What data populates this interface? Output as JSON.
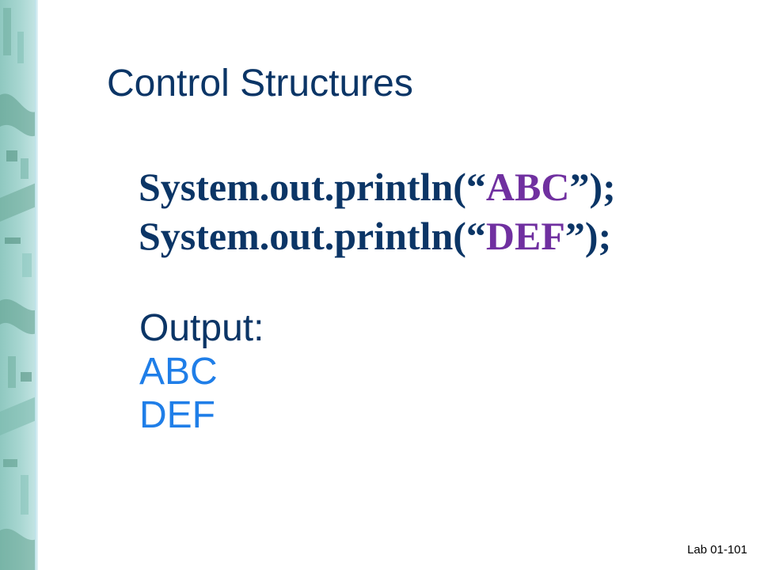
{
  "slide": {
    "title": "Control Structures",
    "code": [
      {
        "prefix": "System.out.println(",
        "open_quote": "“",
        "string": "ABC",
        "close_quote": "”",
        "suffix": ");"
      },
      {
        "prefix": "System.out.println(",
        "open_quote": "“",
        "string": "DEF",
        "close_quote": "”",
        "suffix": ");"
      }
    ],
    "output_label": "Output:",
    "output_lines": [
      "ABC",
      "DEF"
    ],
    "footer": "Lab 01-101"
  },
  "colors": {
    "title": "#0b3566",
    "code": "#0b3566",
    "string_literal": "#7030a0",
    "output": "#1f7ee8",
    "side_strip": "#a9d7d2"
  },
  "decoration": {
    "side_strip": "decorative-pattern"
  }
}
